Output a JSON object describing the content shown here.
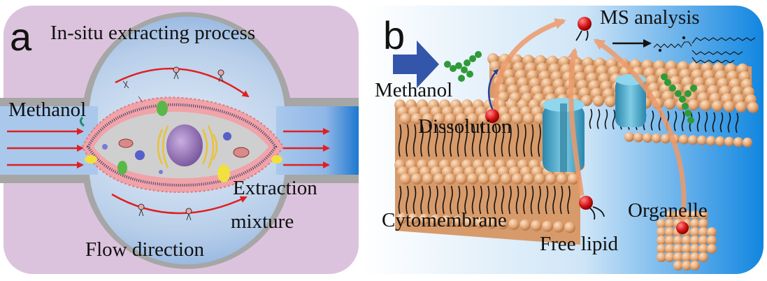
{
  "panel_a": {
    "letter": "a",
    "title": "In-situ extracting process",
    "methanol_label": "Methanol",
    "extraction_label_line1": "Extraction",
    "extraction_label_line2": "mixture",
    "flow_label": "Flow direction"
  },
  "panel_b": {
    "letter": "b",
    "methanol_label": "Methanol",
    "dissolution_label": "Dissolution",
    "ms_label": "MS analysis",
    "cytomembrane_label": "Cytomembrane",
    "organelle_label": "Organelle",
    "free_lipid_label": "Free lipid"
  },
  "colors": {
    "panel_a_bg": "#dcc3dd",
    "channel_blue": "#5b95d6",
    "chamber_gray": "#a6a6a6",
    "flow_arrow_red": "#e02020",
    "cell_body": "#c9c9c9",
    "membrane_pink": "#f0a3a8",
    "nucleus": "#9a79b5",
    "bead_orange": "#e0a878",
    "panel_b_bg_right": "#1f8fe0",
    "methanol_arrow": "#3355aa",
    "path_arrow": "#ee9a6a",
    "lipid_head": "#d01818",
    "glycan_green": "#2f9a38",
    "channel_protein": "#3ea1c3"
  }
}
